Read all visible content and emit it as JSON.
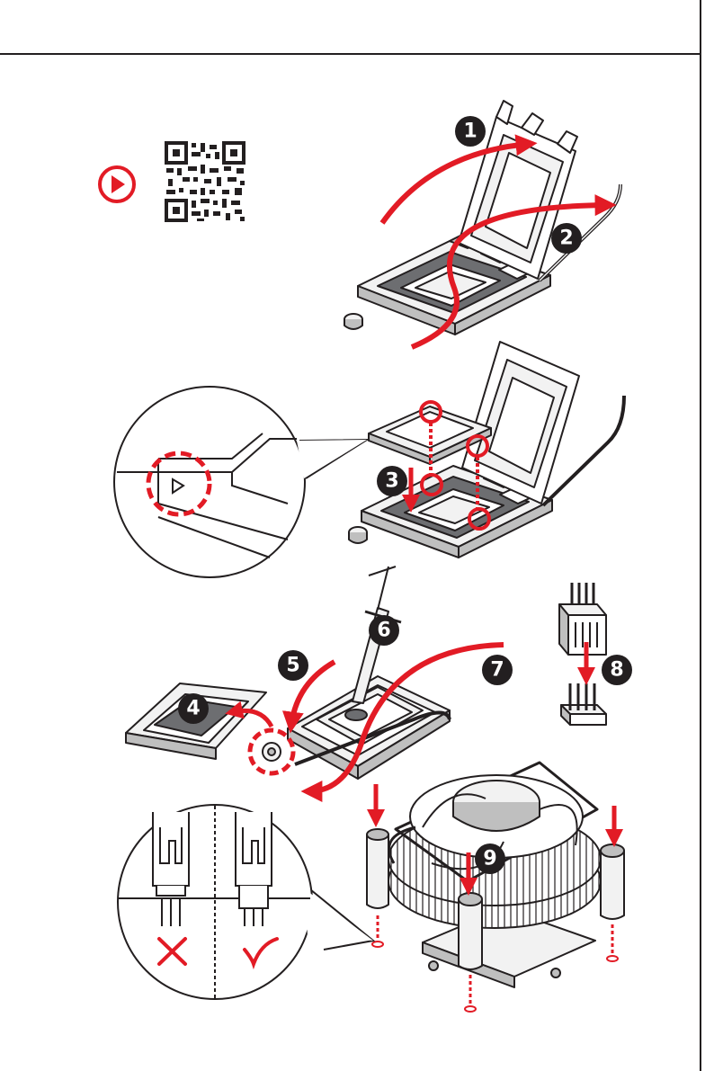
{
  "colors": {
    "accent": "#e21b25",
    "line": "#231f20",
    "metal_light": "#f2f2f2",
    "metal_mid": "#bfbfbf",
    "metal_dark": "#6d6e71",
    "step_marker": "#231f20"
  },
  "icons": {
    "video": "play-icon",
    "qr": "qr-code-icon",
    "wrong": "cross-mark-icon",
    "correct": "check-mark-icon"
  },
  "steps": {
    "open_load_plate": "1",
    "lift_load_lever": "2",
    "insert_cpu": "3",
    "remove_cap": "4",
    "close_load_plate": "5",
    "apply_paste": "6",
    "lock_lever": "7",
    "connect_fan": "8",
    "push_pins": "9"
  }
}
